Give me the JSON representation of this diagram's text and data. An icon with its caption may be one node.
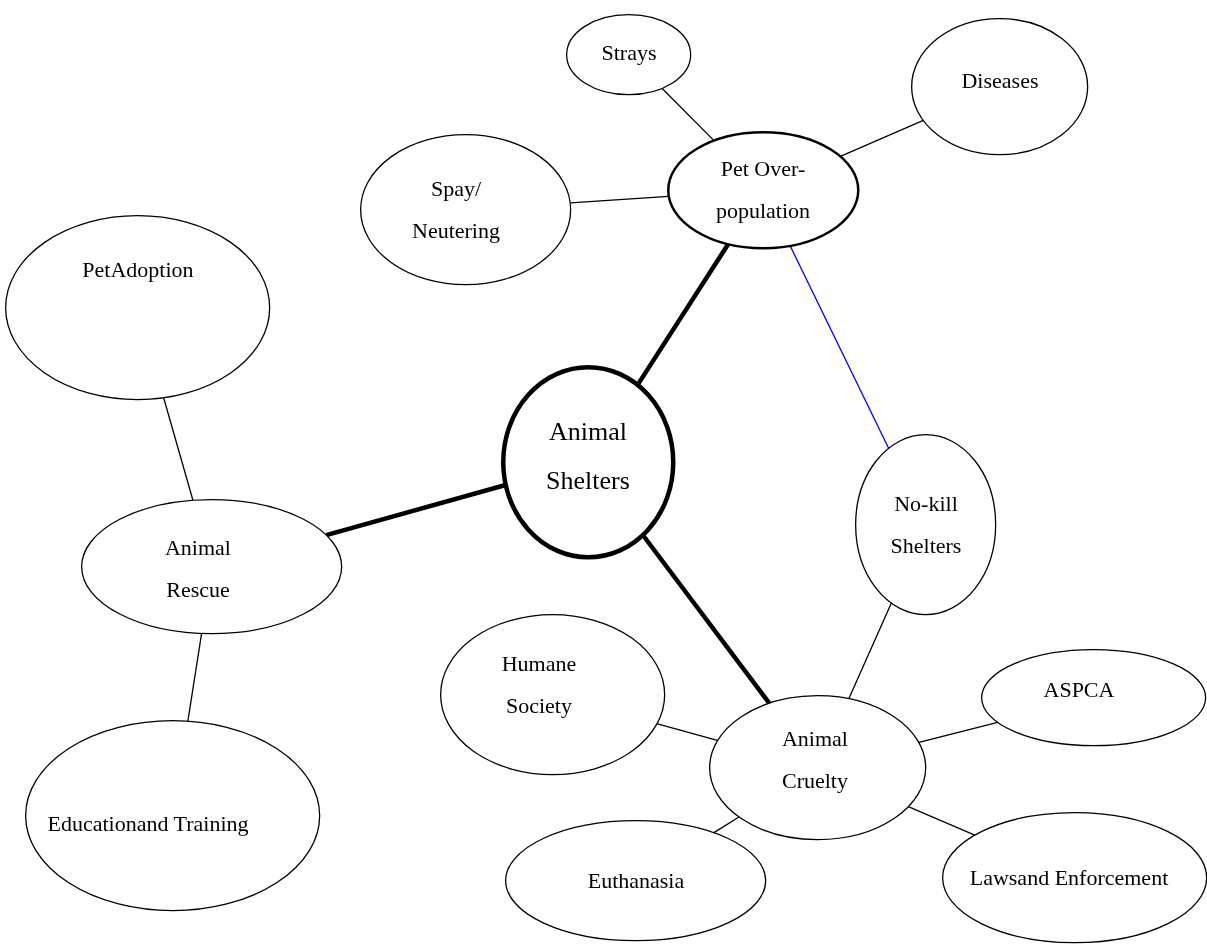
{
  "diagram": {
    "nodes": [
      {
        "text": [
          "Animal Shelters"
        ]
      },
      {
        "text": [
          "Pet Over-population"
        ]
      },
      {
        "text": [
          "Strays"
        ]
      },
      {
        "text": [
          "Diseases"
        ]
      },
      {
        "text": [
          "Spay/ Neutering"
        ]
      },
      {
        "text": [
          "PetAdoption"
        ]
      },
      {
        "text": [
          "Animal Rescue"
        ]
      },
      {
        "text": [
          "Educationand Training"
        ]
      },
      {
        "text": [
          "No-kill Shelters"
        ]
      },
      {
        "text": [
          "Humane Society"
        ]
      },
      {
        "text": [
          "Animal Cruelty"
        ]
      },
      {
        "text": [
          "ASPCA"
        ]
      },
      {
        "text": [
          "Euthanasia"
        ]
      },
      {
        "text": [
          "Lawsand Enforcement"
        ]
      }
    ],
    "edges": [
      {
        "from": 0,
        "to": 1,
        "arrow": "none",
        "style": "thick"
      },
      {
        "from": 0,
        "to": 6,
        "arrow": "none",
        "style": "thick"
      },
      {
        "from": 0,
        "to": 10,
        "arrow": "none",
        "style": "thick"
      },
      {
        "from": 1,
        "to": 2,
        "arrow": "none"
      },
      {
        "from": 1,
        "to": 3,
        "arrow": "none"
      },
      {
        "from": 1,
        "to": 4,
        "arrow": "none"
      },
      {
        "from": 1,
        "to": 8,
        "arrow": "none",
        "color": "#0000ff"
      },
      {
        "from": 5,
        "to": 6,
        "arrow": "none"
      },
      {
        "from": 6,
        "to": 7,
        "arrow": "none"
      },
      {
        "from": 10,
        "to": 8,
        "arrow": "none"
      },
      {
        "from": 10,
        "to": 9,
        "arrow": "none"
      },
      {
        "from": 10,
        "to": 11,
        "arrow": "none"
      },
      {
        "from": 10,
        "to": 12,
        "arrow": "none"
      },
      {
        "from": 10,
        "to": 13,
        "arrow": "none"
      }
    ]
  }
}
